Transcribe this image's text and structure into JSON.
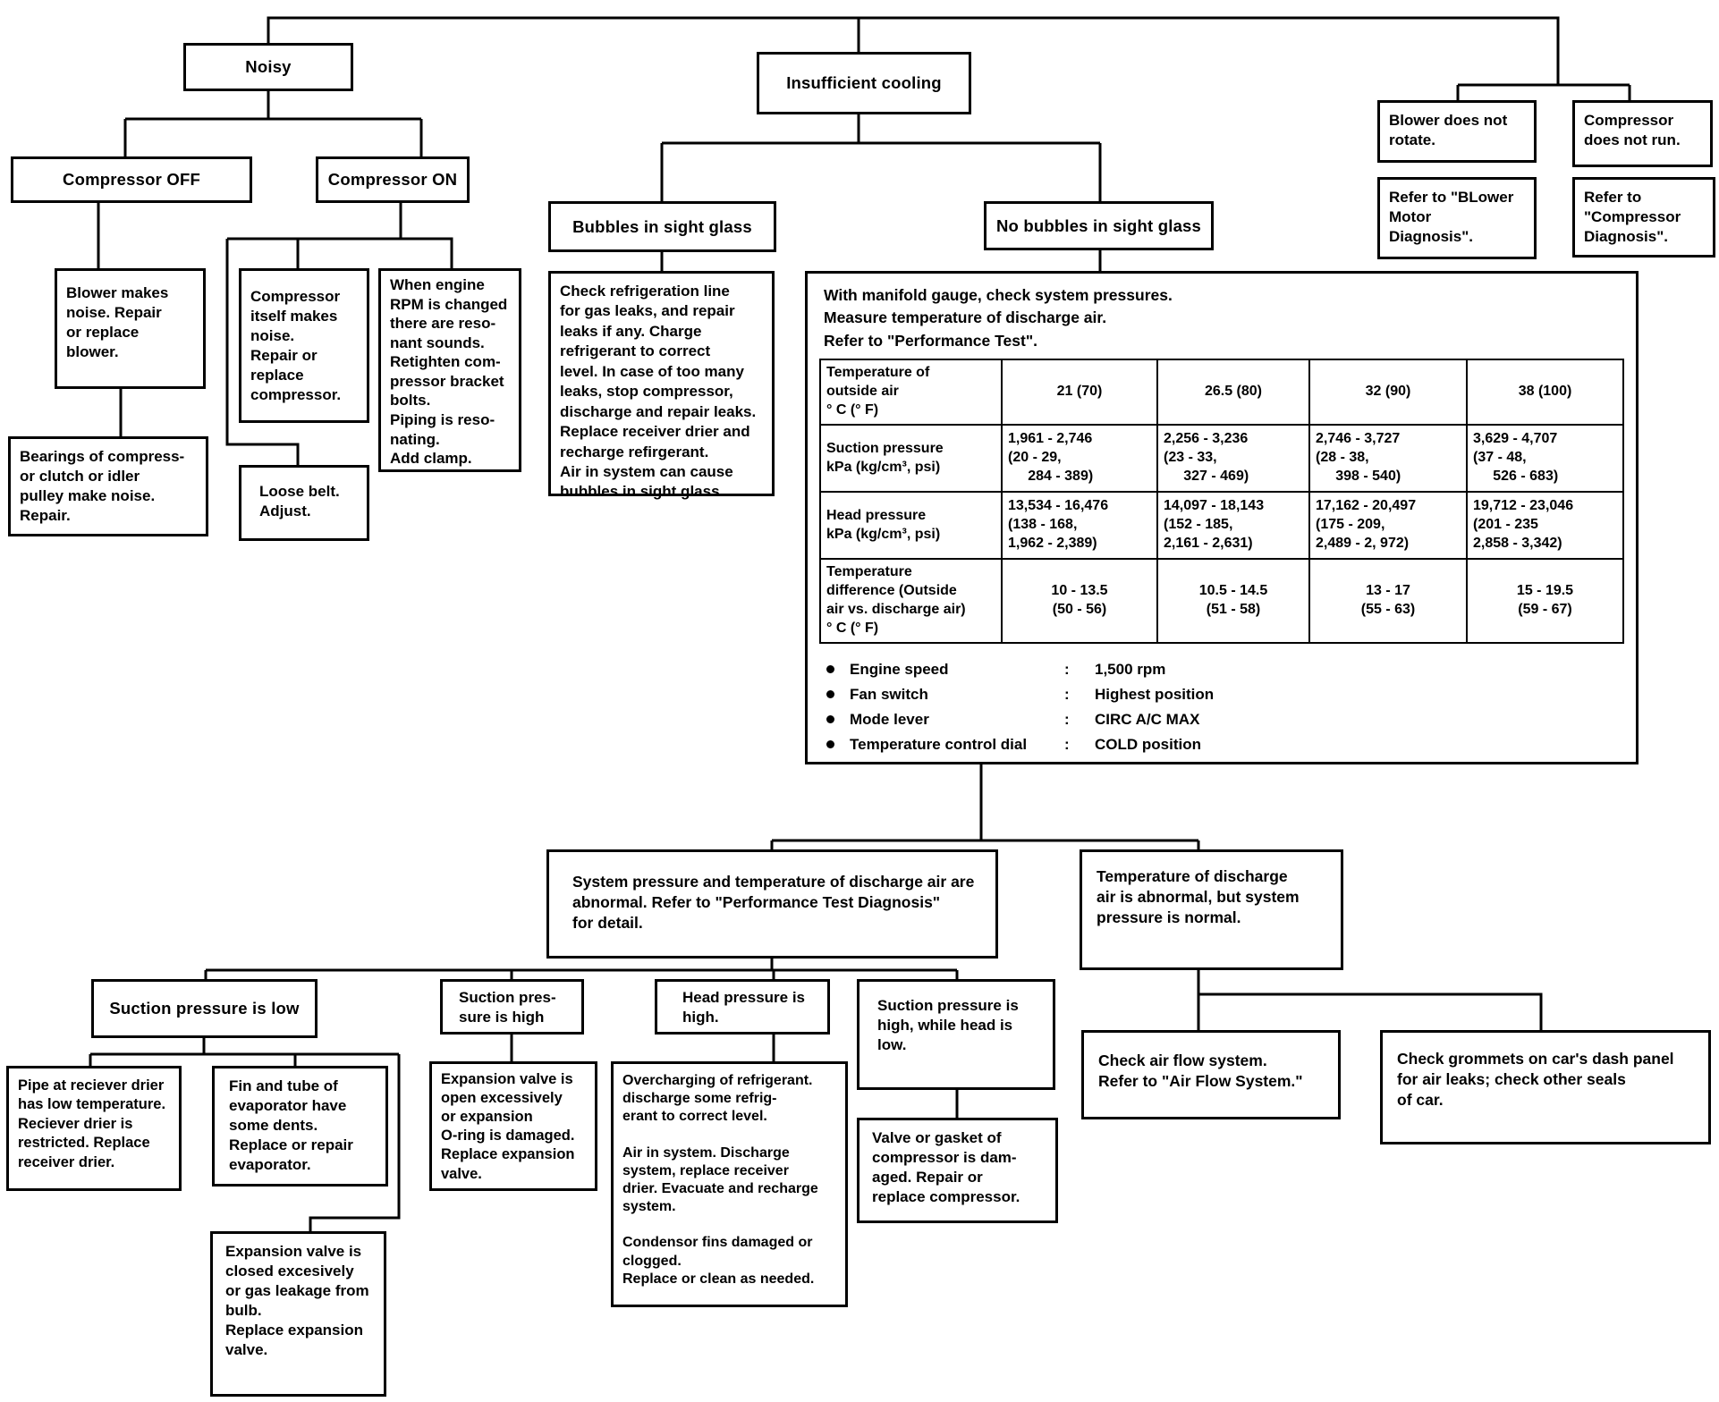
{
  "boxes": {
    "noisy": "Noisy",
    "compressor_off": "Compressor OFF",
    "compressor_on": "Compressor ON",
    "blower_makes_noise": "Blower makes\nnoise. Repair\nor replace\nblower.",
    "bearings": "Bearings of compress-\nor clutch or idler\npulley make noise.\nRepair.",
    "compressor_itself": "Compressor\nitself makes\nnoise.\nRepair or\nreplace\ncompressor.",
    "when_engine": "When engine\nRPM is changed\nthere are reso-\nnant sounds.\nRetighten com-\npressor bracket\nbolts.\nPiping is reso-\nnating.\nAdd clamp.",
    "loose_belt": "Loose belt.\nAdjust.",
    "insufficient_cooling": "Insufficient cooling",
    "bubbles": "Bubbles in sight glass",
    "no_bubbles": "No bubbles in sight glass",
    "check_refrigeration": "Check refrigeration line\nfor gas leaks, and repair\nleaks if any. Charge\nrefrigerant to correct\nlevel. In case of too many\nleaks, stop compressor,\ndischarge and repair leaks.\nReplace receiver drier and\nrecharge refirgerant.\nAir in system can cause\nbubbles in sight glass.",
    "blower_not_rotate": "Blower does not\nrotate.",
    "compressor_not_run": "Compressor\ndoes not run.",
    "refer_blower": "Refer to \"BLower\nMotor\nDiagnosis\".",
    "refer_compressor": "Refer to\n\"Compressor\nDiagnosis\".",
    "system_pressure_abnormal": "System pressure and temperature of discharge air are\nabnormal. Refer to \"Performance Test Diagnosis\"\nfor detail.",
    "temp_discharge_abnormal": "Temperature of discharge\nair is abnormal, but system\npressure is normal.",
    "suction_low": "Suction pressure is low",
    "suction_high": "Suction pres-\nsure is high",
    "head_high": "Head pressure is\nhigh.",
    "suction_high_head_low": "Suction pressure is\nhigh, while head is\nlow.",
    "pipe_receiver": "Pipe at reciever drier\nhas low temperature.\nReciever drier is\nrestricted. Replace\nreceiver drier.",
    "fin_tube": "Fin and tube of\nevaporator have\nsome dents.\nReplace or repair\nevaporator.",
    "expansion_closed": "Expansion valve is\nclosed excesively\nor gas leakage from\nbulb.\nReplace expansion\nvalve.",
    "expansion_open": "Expansion valve is\nopen excessively\nor expansion\nO-ring is damaged.\nReplace expansion\nvalve.",
    "overcharging": "Overcharging of refrigerant.\ndischarge some refrig-\nerant to correct level.\n\nAir in system. Discharge\nsystem, replace receiver\ndrier. Evacuate and recharge\nsystem.\n\nCondensor fins damaged or\nclogged.\nReplace or clean as needed.",
    "valve_gasket": "Valve or gasket of\ncompressor is dam-\naged. Repair or\nreplace compressor.",
    "check_airflow": "Check air flow system.\nRefer to  \"Air Flow System.\"",
    "check_grommets": "Check grommets on car's dash panel\nfor air leaks; check other seals\nof car."
  },
  "performance": {
    "intro": "With manifold gauge, check system pressures.\nMeasure temperature of discharge air.\nRefer to \"Performance Test\".",
    "colon": ":",
    "table": {
      "header": [
        "Temperature of\noutside air\n° C (° F)",
        "21 (70)",
        "26.5 (80)",
        "32 (90)",
        "38 (100)"
      ],
      "rows": [
        {
          "label": "Suction pressure\nkPa (kg/cm³, psi)",
          "cells": [
            "1,961 - 2,746\n(20 - 29,\n     284 - 389)",
            "2,256 - 3,236\n(23 - 33,\n     327 - 469)",
            "2,746 - 3,727\n(28 - 38,\n     398 - 540)",
            "3,629 - 4,707\n(37 - 48,\n     526 - 683)"
          ]
        },
        {
          "label": "Head pressure\nkPa (kg/cm³, psi)",
          "cells": [
            "13,534 - 16,476\n(138 - 168,\n1,962 - 2,389)",
            "14,097 - 18,143\n(152 - 185,\n2,161 - 2,631)",
            "17,162 - 20,497\n(175 - 209,\n2,489 - 2, 972)",
            "19,712 - 23,046\n(201 - 235\n2,858 - 3,342)"
          ]
        },
        {
          "label": "Temperature\ndifference (Outside\nair vs. discharge air)\n° C (° F)",
          "cells": [
            "10 - 13.5\n(50 - 56)",
            "10.5 - 14.5\n(51 - 58)",
            "13 - 17\n(55 - 63)",
            "15 - 19.5\n(59 - 67)"
          ]
        }
      ]
    },
    "settings": [
      {
        "label": "Engine speed",
        "value": "1,500 rpm"
      },
      {
        "label": "Fan switch",
        "value": "Highest position"
      },
      {
        "label": "Mode lever",
        "value": "CIRC A/C MAX"
      },
      {
        "label": "Temperature control dial",
        "value": "COLD position"
      }
    ]
  }
}
